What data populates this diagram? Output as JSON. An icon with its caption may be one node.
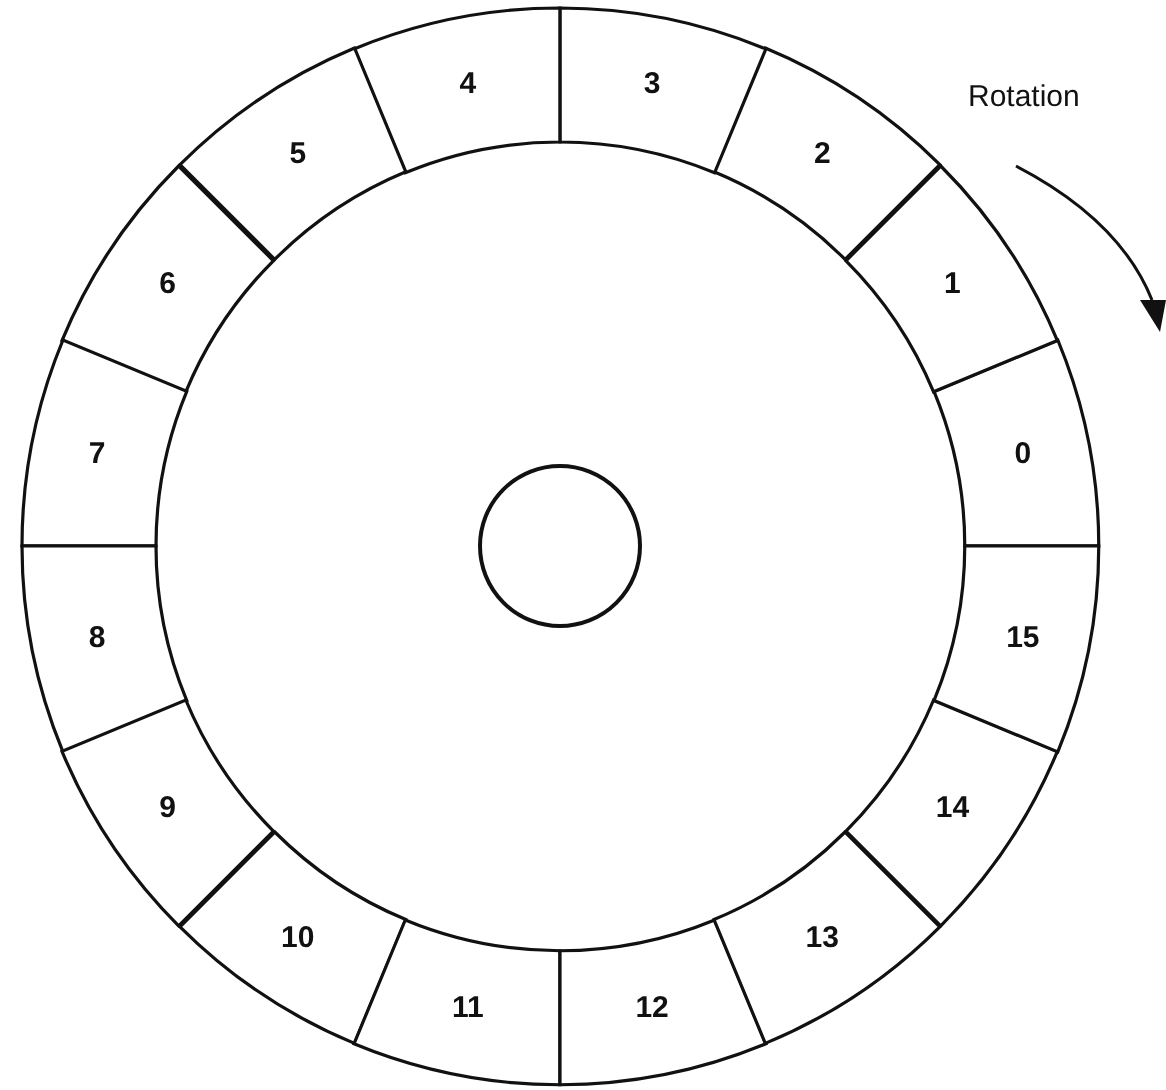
{
  "diagram": {
    "nodes": [
      {
        "text": [
          "0"
        ]
      },
      {
        "text": [
          "1"
        ]
      },
      {
        "text": [
          "2"
        ]
      },
      {
        "text": [
          "3"
        ]
      },
      {
        "text": [
          "4"
        ]
      },
      {
        "text": [
          "5"
        ]
      },
      {
        "text": [
          "6"
        ]
      },
      {
        "text": [
          "7"
        ]
      },
      {
        "text": [
          "8"
        ]
      },
      {
        "text": [
          "9"
        ]
      },
      {
        "text": [
          "10"
        ]
      },
      {
        "text": [
          "11"
        ]
      },
      {
        "text": [
          "12"
        ]
      },
      {
        "text": [
          "13"
        ]
      },
      {
        "text": [
          "14"
        ]
      },
      {
        "text": [
          "15"
        ]
      },
      {
        "text": [],
        "shape": "circle"
      }
    ],
    "labels": [
      "Rotation"
    ]
  }
}
